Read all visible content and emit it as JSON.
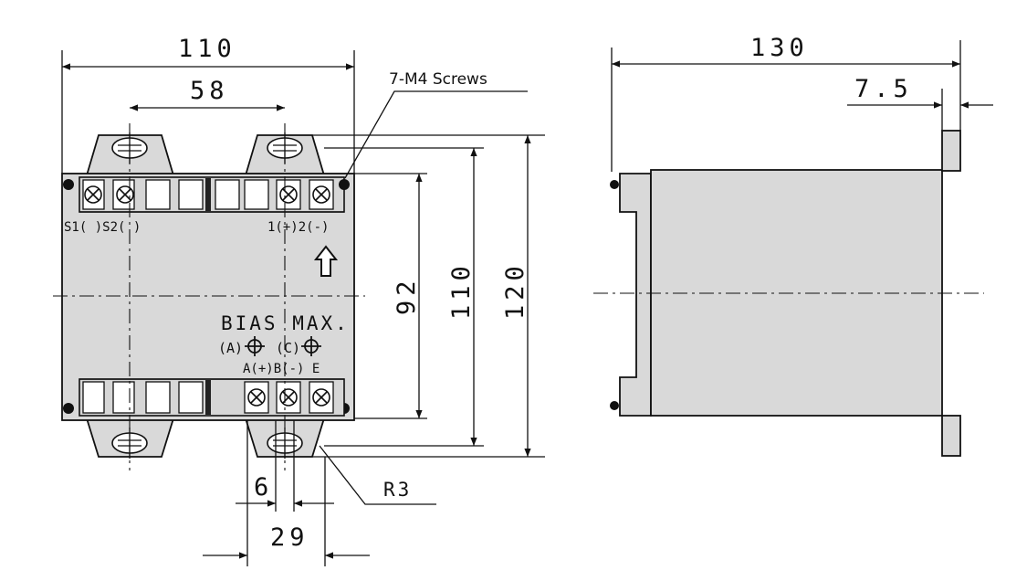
{
  "drawing": {
    "front_view": {
      "width_dim": "110",
      "pitch_dim": "58",
      "screws_label": "7-M4 Screws",
      "top_terminal_left": "S1(  )S2(  )",
      "top_terminal_right": "1(+)2(-)",
      "bias_label": "BIAS MAX.",
      "adjust_a": "(A)",
      "adjust_c": "(C)",
      "bottom_terminals": "A(+)B(-) E",
      "height_dim_inner": "92",
      "height_dim_mid": "110",
      "height_dim_outer": "120",
      "slot_dim": "6",
      "foot_dim": "29",
      "radius_label": "R3"
    },
    "side_view": {
      "depth_dim": "130",
      "flange_dim": "7.5"
    }
  },
  "colors": {
    "body": "#d9d9d9",
    "line": "#111111"
  }
}
